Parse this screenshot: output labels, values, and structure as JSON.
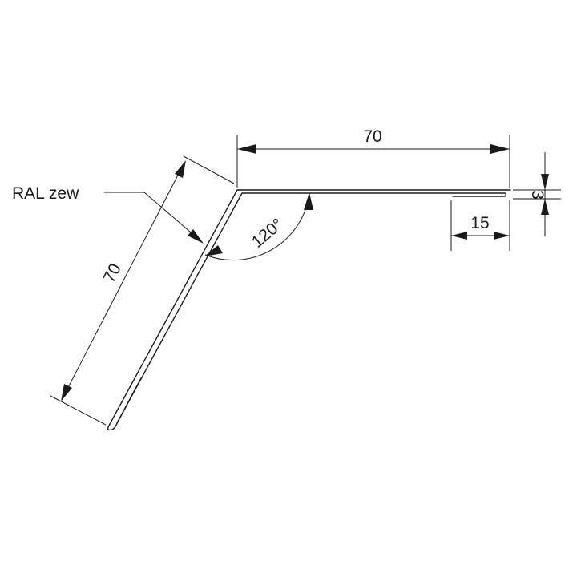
{
  "material_label": "RAL zew",
  "dimensions": {
    "top_length": "70",
    "side_length": "70",
    "angle": "120°",
    "hem_length": "15",
    "hem_gap": "3"
  }
}
